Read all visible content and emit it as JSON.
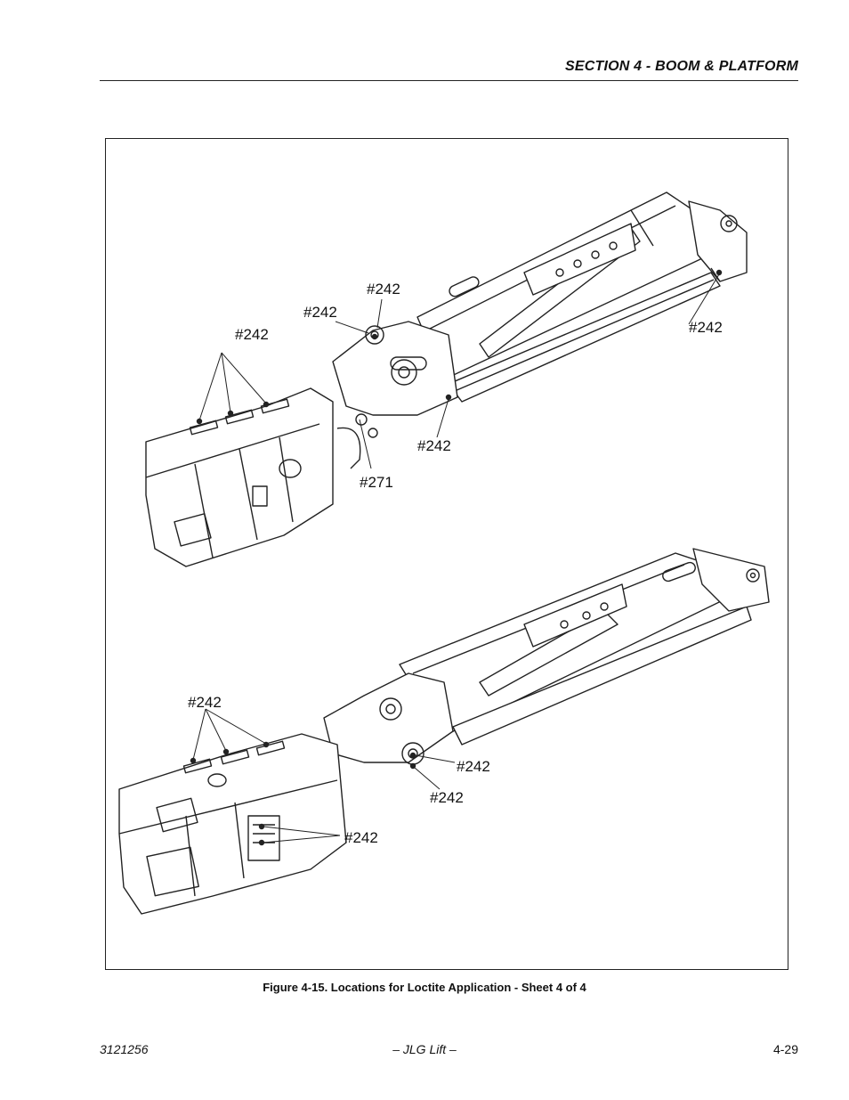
{
  "header": {
    "section_title": "SECTION 4 - BOOM & PLATFORM"
  },
  "figure": {
    "caption": "Figure 4-15.  Locations for Loctite Application - Sheet 4 of 4",
    "callouts": {
      "top_left_rails": "#242",
      "top_pin_left": "#242",
      "top_pin_right": "#242",
      "top_far_right": "#242",
      "top_middle": "#242",
      "top_bracket": "#271",
      "bottom_left_rails": "#242",
      "bottom_pin_upper": "#242",
      "bottom_pin_lower": "#242",
      "bottom_bottom": "#242"
    }
  },
  "footer": {
    "doc_number": "3121256",
    "publisher": "– JLG Lift –",
    "page_number": "4-29"
  }
}
